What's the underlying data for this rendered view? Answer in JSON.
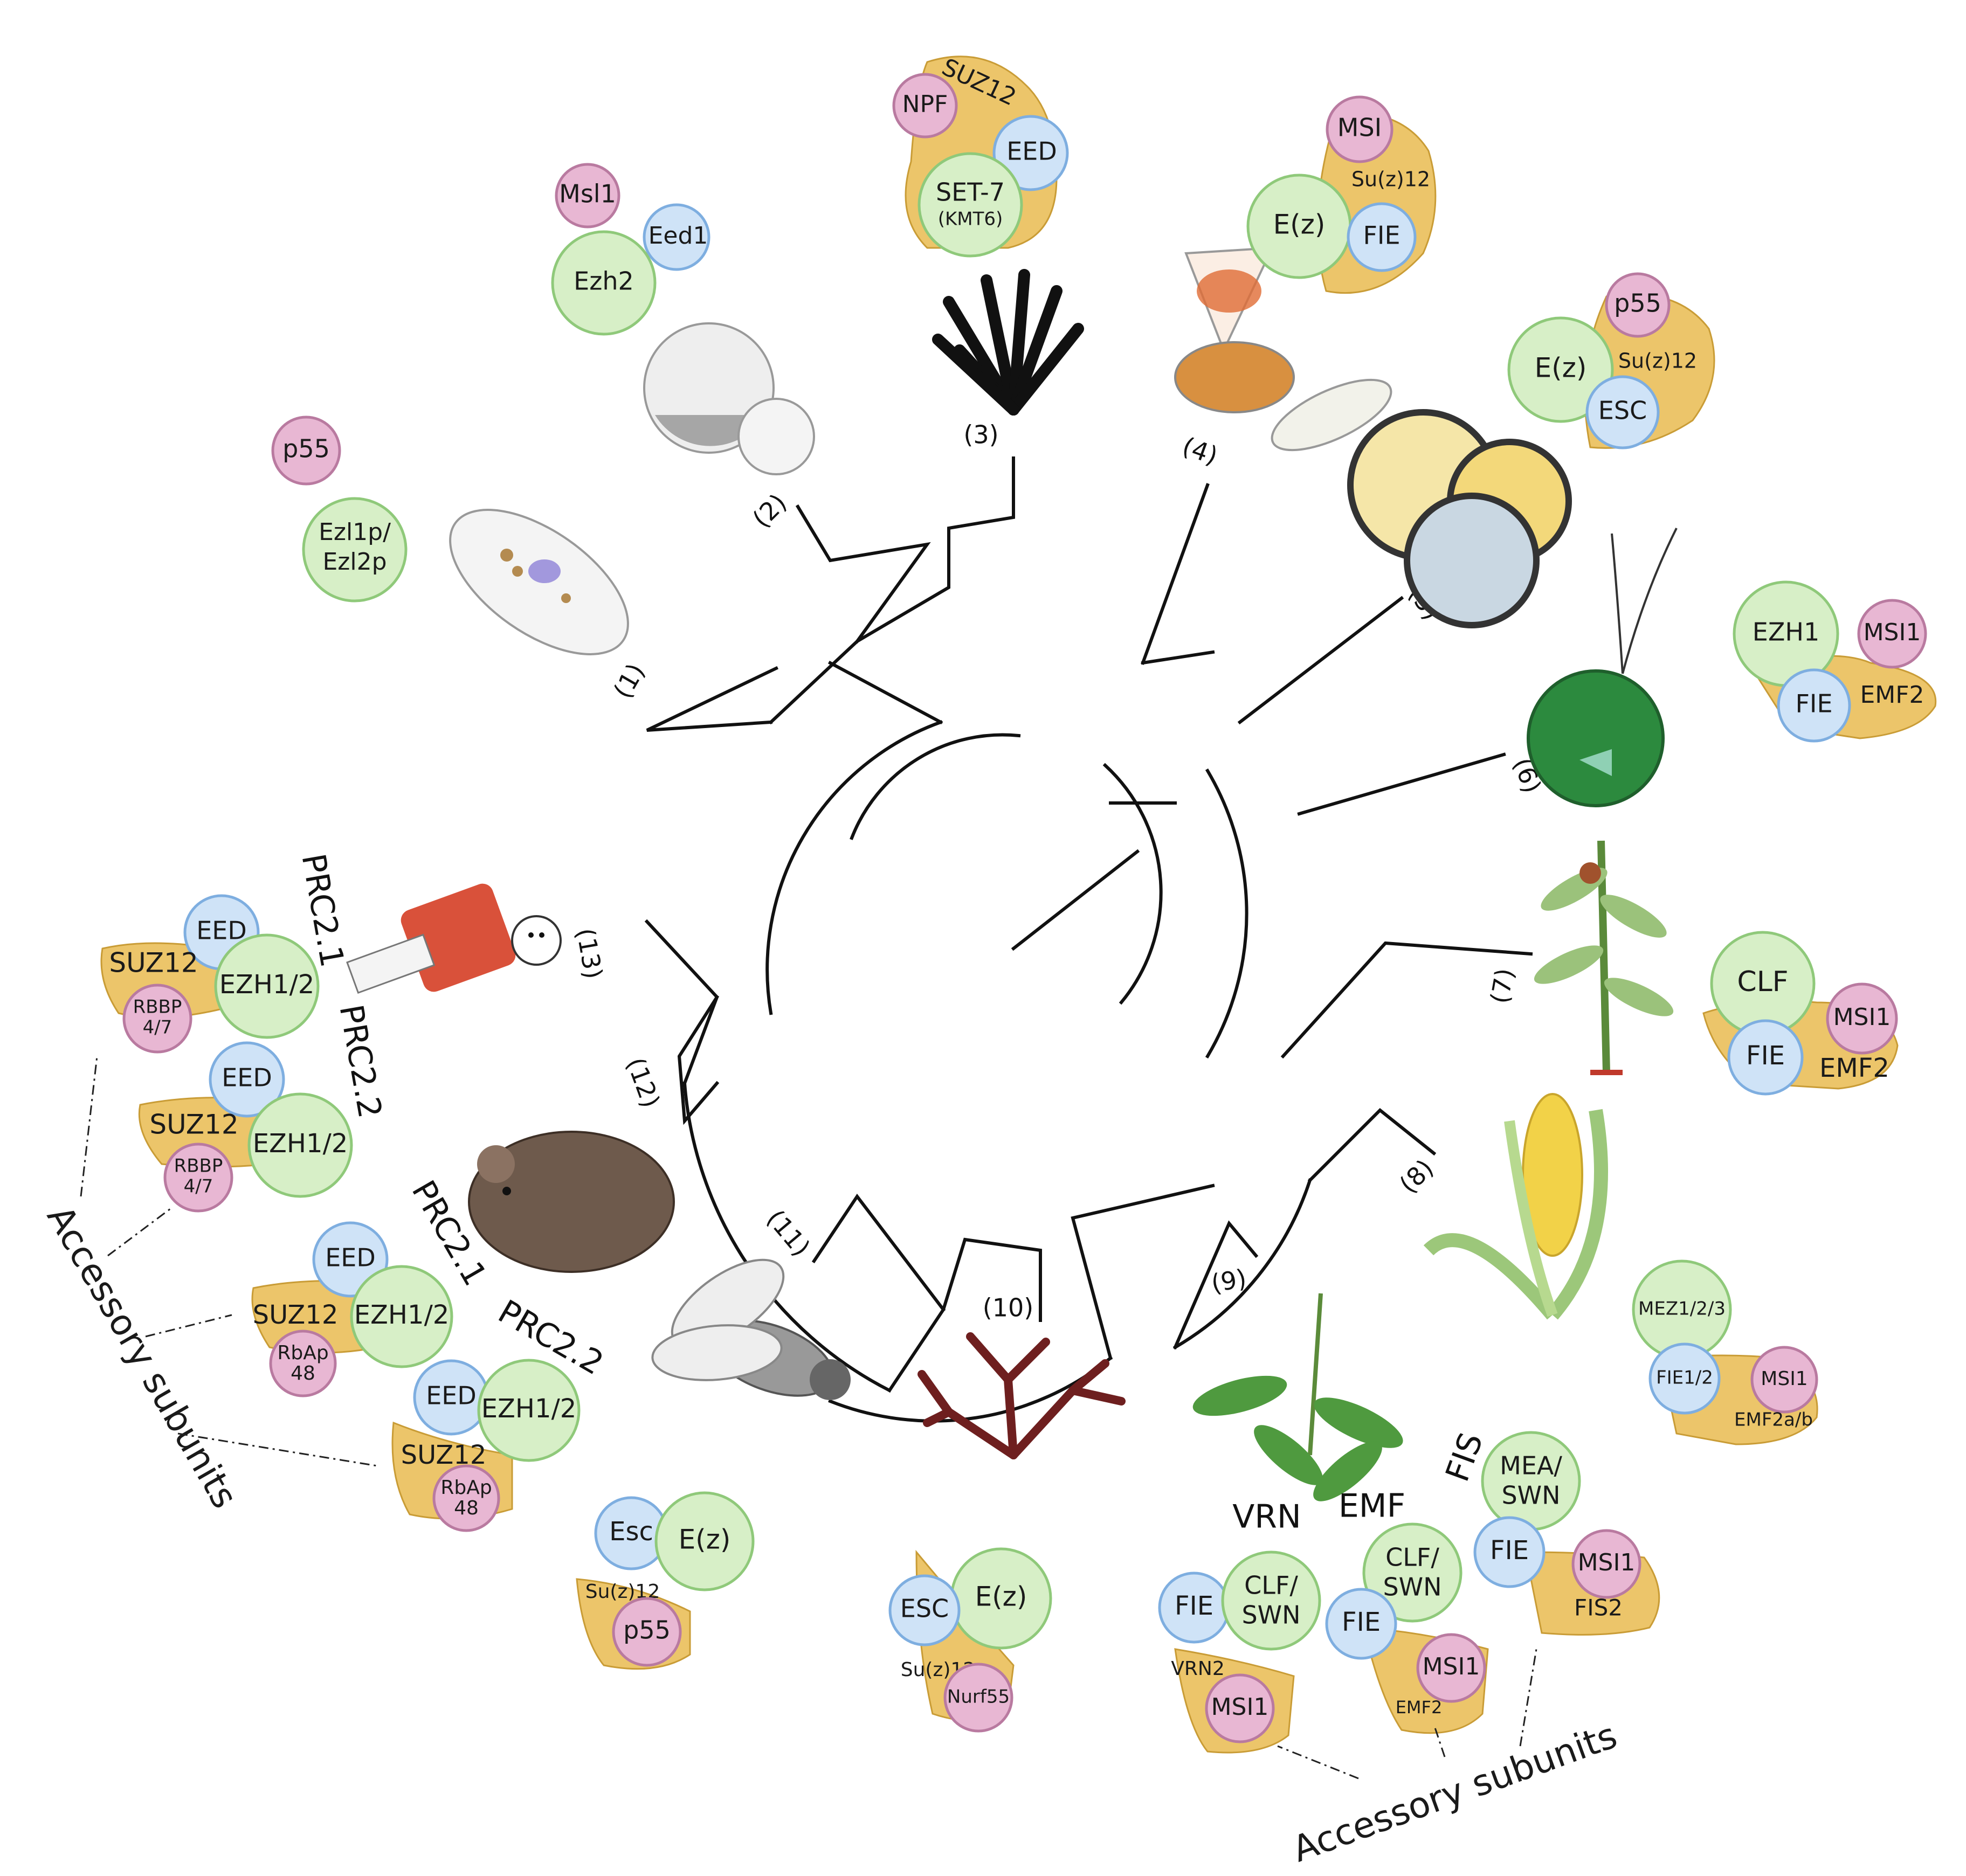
{
  "colors": {
    "green": "#d7efc7",
    "green_stroke": "#8fc97a",
    "blue": "#cfe3f7",
    "blue_stroke": "#7eaee0",
    "pink": "#e8b7d3",
    "pink_stroke": "#b97aa0",
    "orange": "#ecc56a",
    "orange_stroke": "#c99c36",
    "tree": "#111111"
  },
  "clade_labels": [
    "(1)",
    "(2)",
    "(3)",
    "(4)",
    "(5)",
    "(6)",
    "(7)",
    "(8)",
    "(9)",
    "(10)",
    "(11)",
    "(12)",
    "(13)"
  ],
  "complex_titles": {
    "human_prc21": "PRC2.1",
    "human_prc22": "PRC2.2",
    "mouse_prc21": "PRC2.1",
    "mouse_prc22": "PRC2.2",
    "vrn": "VRN",
    "emf": "EMF",
    "fis": "FIS"
  },
  "accessory_label_left": "Accessory subunits",
  "accessory_label_bottom": "Accessory subunits",
  "subunits": {
    "c1": {
      "p55": "p55",
      "core_a": "Ezl1p/",
      "core_b": "Ezl2p"
    },
    "c2": {
      "msl1": "Msl1",
      "eed1": "Eed1",
      "ezh2": "Ezh2"
    },
    "c3": {
      "suz12": "SUZ12",
      "npf": "NPF",
      "eed": "EED",
      "set7": "SET-7",
      "kmt6": "(KMT6)"
    },
    "c4": {
      "msi": "MSI",
      "suz": "Su(z)12",
      "ez": "E(z)",
      "fie": "FIE"
    },
    "c5": {
      "p55": "p55",
      "suz": "Su(z)12",
      "ez": "E(z)",
      "esc": "ESC"
    },
    "c6": {
      "ezh1": "EZH1",
      "msi1": "MSI1",
      "fie": "FIE",
      "emf2": "EMF2"
    },
    "c7": {
      "clf": "CLF",
      "msi1": "MSI1",
      "fie": "FIE",
      "emf2": "EMF2"
    },
    "c8": {
      "mez": "MEZ1/2/3",
      "fie": "FIE1/2",
      "msi1": "MSI1",
      "emf2": "EMF2a/b"
    },
    "vrn": {
      "fie": "FIE",
      "clf_a": "CLF/",
      "clf_b": "SWN",
      "vrn2": "VRN2",
      "msi1": "MSI1"
    },
    "emf": {
      "clf_a": "CLF/",
      "clf_b": "SWN",
      "fie": "FIE",
      "msi1": "MSI1",
      "emf2": "EMF2"
    },
    "fis": {
      "mea_a": "MEA/",
      "mea_b": "SWN",
      "fie": "FIE",
      "msi1": "MSI1",
      "fis2": "FIS2"
    },
    "c10": {
      "esc": "ESC",
      "ez": "E(z)",
      "suz": "Su(z)12",
      "nurf": "Nurf55"
    },
    "c11": {
      "esc": "Esc",
      "ez": "E(z)",
      "suz": "Su(z)12",
      "p55": "p55"
    },
    "h21": {
      "eed": "EED",
      "suz12": "SUZ12",
      "ezh": "EZH1/2",
      "rbbp_a": "RBBP",
      "rbbp_b": "4/7"
    },
    "h22": {
      "eed": "EED",
      "suz12": "SUZ12",
      "ezh": "EZH1/2",
      "rbbp_a": "RBBP",
      "rbbp_b": "4/7"
    },
    "m21": {
      "eed": "EED",
      "suz12": "SUZ12",
      "ezh": "EZH1/2",
      "rbap_a": "RbAp",
      "rbap_b": "48"
    },
    "m22": {
      "eed": "EED",
      "ezh": "EZH1/2",
      "suz12": "SUZ12",
      "rbap_a": "RbAp",
      "rbap_b": "48"
    }
  }
}
